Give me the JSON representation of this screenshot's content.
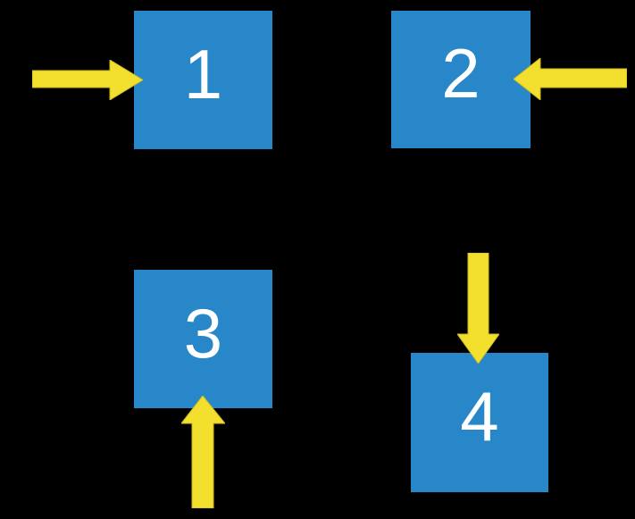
{
  "canvas": {
    "background": "#000000"
  },
  "colors": {
    "box_fill": "#2787C8",
    "arrow_fill": "#F3DF2D",
    "arrow_outline": "#CBBA25",
    "label": "#FFFFFF"
  },
  "boxes": [
    {
      "label": "1"
    },
    {
      "label": "2"
    },
    {
      "label": "3"
    },
    {
      "label": "4"
    }
  ],
  "arrows": [
    {
      "target_label": "1",
      "points": "right",
      "enters_from": "left side"
    },
    {
      "target_label": "2",
      "points": "left",
      "enters_from": "right side"
    },
    {
      "target_label": "3",
      "points": "up",
      "enters_from": "bottom side"
    },
    {
      "target_label": "4",
      "points": "down",
      "enters_from": "top side"
    }
  ]
}
